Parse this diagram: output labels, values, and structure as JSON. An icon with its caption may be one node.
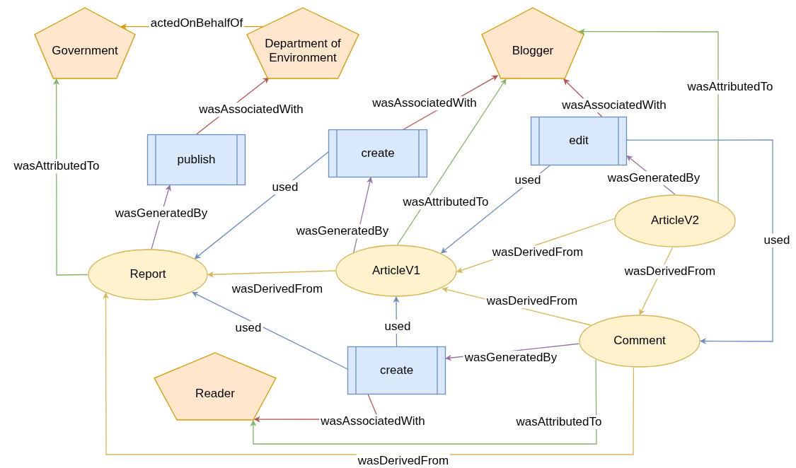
{
  "diagram": {
    "nodes": [
      {
        "text": [
          "Government"
        ]
      },
      {
        "text": [
          "Department of Environment"
        ]
      },
      {
        "text": [
          "Blogger"
        ]
      },
      {
        "text": [
          "publish"
        ]
      },
      {
        "text": [
          "create"
        ]
      },
      {
        "text": [
          "edit"
        ]
      },
      {
        "text": [
          "ArticleV2"
        ]
      },
      {
        "text": [
          "Report"
        ]
      },
      {
        "text": [
          "ArticleV1"
        ]
      },
      {
        "text": [
          "Comment"
        ]
      },
      {
        "text": [
          "create"
        ]
      },
      {
        "text": [
          "Reader"
        ]
      }
    ],
    "edges": [
      {
        "from": 1,
        "to": 0,
        "arrow": "to",
        "label": "actedOnBehalfOf",
        "color": "#d79b00"
      },
      {
        "from": 3,
        "to": 1,
        "arrow": "to",
        "label": "wasAssociatedWith",
        "color": "#b85450"
      },
      {
        "from": 7,
        "to": 0,
        "arrow": "to",
        "label": "wasAttributedTo",
        "color": "#82b366"
      },
      {
        "from": 7,
        "to": 3,
        "arrow": "to",
        "label": "wasGeneratedBy",
        "color": "#9673a6"
      },
      {
        "from": 4,
        "to": 2,
        "arrow": "to",
        "label": "wasAssociatedWith",
        "color": "#b85450"
      },
      {
        "from": 4,
        "to": 7,
        "arrow": "to",
        "label": "used",
        "color": "#6c8ebf"
      },
      {
        "from": 8,
        "to": 4,
        "arrow": "to",
        "label": "wasGeneratedBy",
        "color": "#9673a6"
      },
      {
        "from": 8,
        "to": 2,
        "arrow": "to",
        "label": "wasAttributedTo",
        "color": "#82b366"
      },
      {
        "from": 5,
        "to": 2,
        "arrow": "to",
        "label": "wasAssociatedWith",
        "color": "#b85450"
      },
      {
        "from": 5,
        "to": 8,
        "arrow": "to",
        "label": "used",
        "color": "#6c8ebf"
      },
      {
        "from": 6,
        "to": 5,
        "arrow": "to",
        "label": "wasGeneratedBy",
        "color": "#9673a6"
      },
      {
        "from": 6,
        "to": 2,
        "arrow": "to",
        "label": "wasAttributedTo",
        "color": "#82b366"
      },
      {
        "from": 5,
        "to": 9,
        "arrow": "to",
        "label": "used",
        "color": "#6c8ebf"
      },
      {
        "from": 8,
        "to": 7,
        "arrow": "to",
        "label": "wasDerivedFrom",
        "color": "#d6b656"
      },
      {
        "from": 6,
        "to": 8,
        "arrow": "to",
        "label": "wasDerivedFrom",
        "color": "#d6b656"
      },
      {
        "from": 6,
        "to": 9,
        "arrow": "to",
        "label": "wasDerivedFrom",
        "color": "#d6b656"
      },
      {
        "from": 9,
        "to": 8,
        "arrow": "to",
        "label": "wasDerivedFrom",
        "color": "#d6b656"
      },
      {
        "from": 10,
        "to": 8,
        "arrow": "to",
        "label": "used",
        "color": "#6c8ebf"
      },
      {
        "from": 10,
        "to": 7,
        "arrow": "to",
        "label": "used",
        "color": "#6c8ebf"
      },
      {
        "from": 9,
        "to": 10,
        "arrow": "to",
        "label": "wasGeneratedBy",
        "color": "#9673a6"
      },
      {
        "from": 10,
        "to": 11,
        "arrow": "to",
        "label": "wasAssociatedWith",
        "color": "#b85450"
      },
      {
        "from": 9,
        "to": 11,
        "arrow": "to",
        "label": "wasAttributedTo",
        "color": "#82b366"
      },
      {
        "from": 9,
        "to": 7,
        "arrow": "to",
        "label": "wasDerivedFrom",
        "color": "#d6b656"
      }
    ]
  }
}
